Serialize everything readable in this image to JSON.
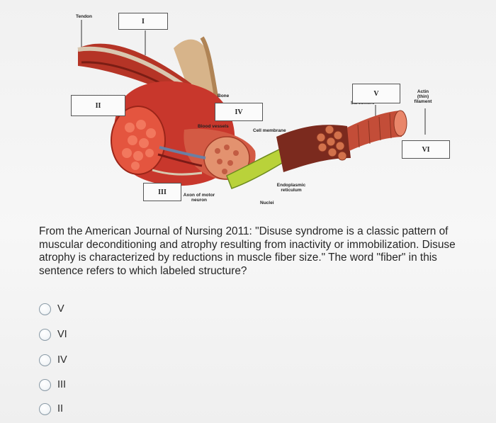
{
  "figure": {
    "label_boxes": {
      "box_i": "I",
      "box_ii": "II",
      "box_iii": "III",
      "box_iv": "IV",
      "box_v": "V",
      "box_vi": "VI"
    },
    "annotations": {
      "tendon": "Tendon",
      "bone": "Bone",
      "blood_vessels": "Blood vessels",
      "cell_membrane": "Cell membrane",
      "sarcomere": "Sarcomere",
      "actin": "Actin (thin) filament",
      "endoplasmic": "Endoplasmic reticulum",
      "axon": "Axon of motor neuron",
      "nuclei": "Nuclei"
    }
  },
  "question": {
    "text": "From the American Journal of Nursing 2011: \"Disuse syndrome is a classic pattern of muscular deconditioning and atrophy resulting from inactivity or immobilization. Disuse atrophy is characterized by reductions in muscle fiber size.\" The word \"fiber\" in this sentence refers to which labeled structure?"
  },
  "options": [
    {
      "label": "V"
    },
    {
      "label": "VI"
    },
    {
      "label": "IV"
    },
    {
      "label": "III"
    },
    {
      "label": "II"
    }
  ],
  "colors": {
    "muscle": "#c8372c",
    "muscle_dark": "#8e2218",
    "tendon": "#d9c7b0",
    "radio_border": "#8a9aa6"
  }
}
